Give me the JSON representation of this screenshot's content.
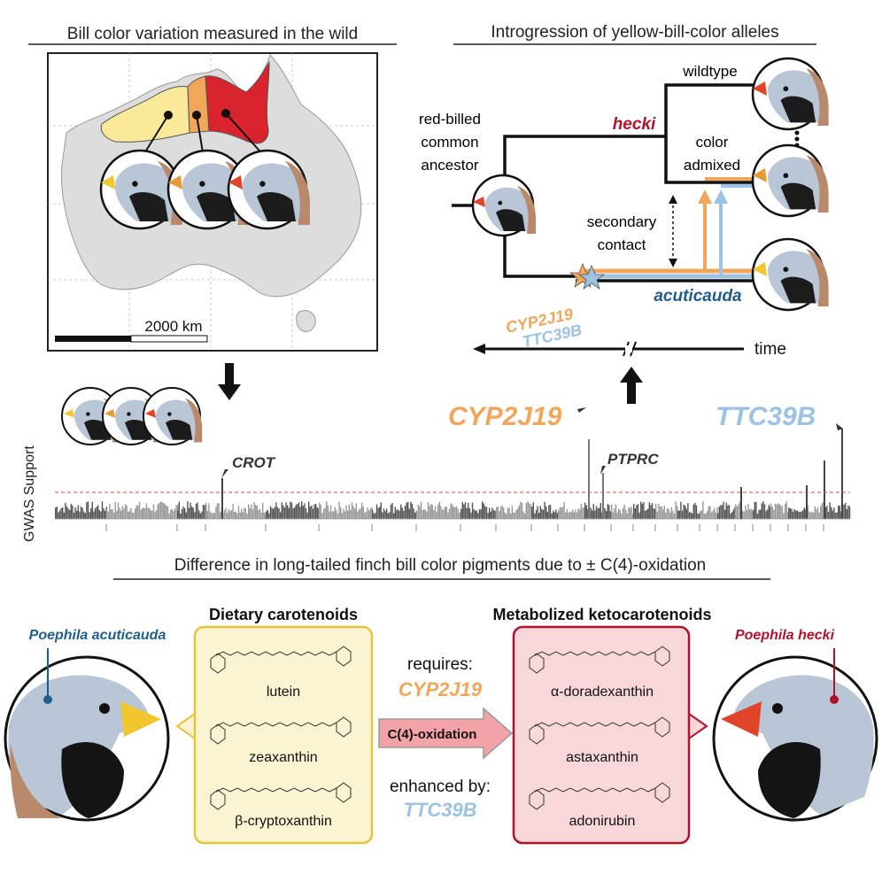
{
  "panel_map": {
    "title": "Bill color variation measured in the wild",
    "scale_label": "2000 km"
  },
  "panel_tree": {
    "title": "Introgression of yellow-bill-color alleles",
    "ancestor_label": [
      "red-billed",
      "common",
      "ancestor"
    ],
    "hecki_label": "hecki",
    "acuticauda_label": "acuticauda",
    "wildtype_label": "wildtype",
    "admixed_label": [
      "color",
      "admixed"
    ],
    "contact_label": [
      "secondary",
      "contact"
    ],
    "gene1": "CYP2J19",
    "gene2": "TTC39B",
    "time_label": "time",
    "colors": {
      "hecki": "#b3122a",
      "acuticauda": "#1f5e8c",
      "cyp": "#f2a65a",
      "ttc": "#9cc3e4"
    }
  },
  "panel_gwas": {
    "ylabel": "GWAS Support",
    "peak_labels": {
      "crot": "CROT",
      "ptprc": "PTPRC",
      "cyp": "CYP2J19",
      "ttc": "TTC39B"
    }
  },
  "panel_pigments": {
    "title": "Difference in long-tailed finch bill color pigments due to ± C(4)-oxidation",
    "species_left": "Poephila acuticauda",
    "species_right": "Poephila hecki",
    "dietary_title": "Dietary carotenoids",
    "dietary": [
      "lutein",
      "zeaxanthin",
      "β-cryptoxanthin"
    ],
    "keto_title": "Metabolized ketocarotenoids",
    "keto": [
      "α-doradexanthin",
      "astaxanthin",
      "adonirubin"
    ],
    "requires_label": "requires:",
    "requires_gene": "CYP2J19",
    "arrow_label": "C(4)-oxidation",
    "enhanced_label": "enhanced by:",
    "enhanced_gene": "TTC39B",
    "colors": {
      "yellow_box": "#fbf4d2",
      "yellow_border": "#e8c43a",
      "red_box": "#f7d7da",
      "red_border": "#b3122a",
      "arrow": "#f3a3a8"
    }
  }
}
